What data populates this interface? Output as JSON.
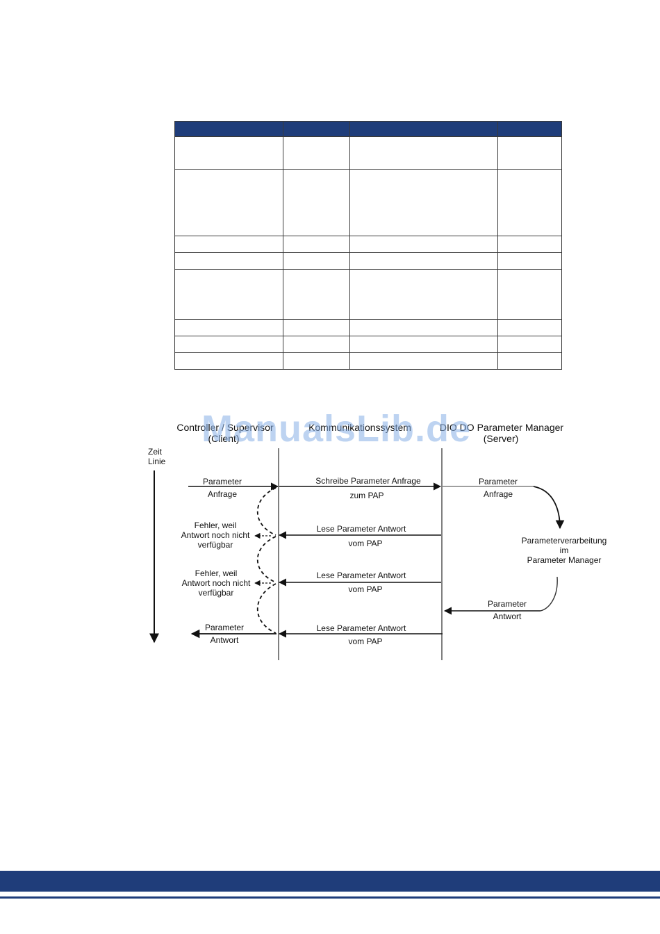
{
  "diagram": {
    "header_client": "Controller / Supervisor",
    "header_client_sub": "(Client)",
    "header_comm": "Kommunikationssystem",
    "header_server": "DIO DO Parameter Manager",
    "header_server_sub": "(Server)",
    "timeline_line1": "Zeit",
    "timeline_line2": "Linie",
    "req_left_1": "Parameter",
    "req_left_2": "Anfrage",
    "write_req_1": "Schreibe Parameter Anfrage",
    "write_req_2": "zum PAP",
    "req_right_1": "Parameter",
    "req_right_2": "Anfrage",
    "error1_line1": "Fehler, weil",
    "error1_line2": "Antwort noch nicht",
    "error1_line3": "verfügbar",
    "read1_line1": "Lese Parameter Antwort",
    "read1_line2": "vom PAP",
    "processing_line1": "Parameterverarbeitung",
    "processing_line2": "im",
    "processing_line3": "Parameter Manager",
    "error2_line1": "Fehler, weil",
    "error2_line2": "Antwort noch nicht",
    "error2_line3": "verfügbar",
    "read2_line1": "Lese Parameter Antwort",
    "read2_line2": "vom PAP",
    "resp_right_1": "Parameter",
    "resp_right_2": "Antwort",
    "resp_left_1": "Parameter",
    "resp_left_2": "Antwort",
    "read3_line1": "Lese Parameter Antwort",
    "read3_line2": "vom PAP"
  },
  "watermark": "ManualsLib.de",
  "colors": {
    "brand_blue": "#1f3d7a",
    "watermark": "#87afe6"
  }
}
